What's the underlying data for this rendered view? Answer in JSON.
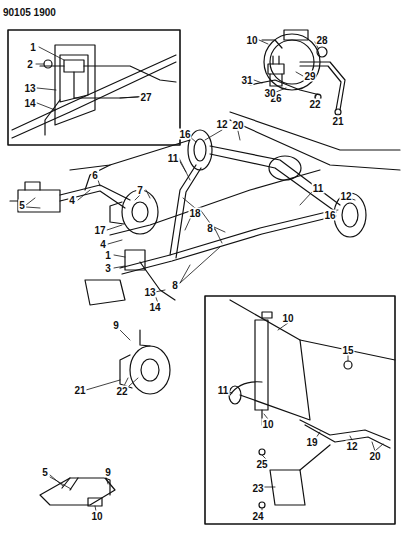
{
  "diagram": {
    "labels": [
      "90105 1900",
      "1",
      "2",
      "13",
      "14",
      "27",
      "10",
      "28",
      "26",
      "31",
      "29",
      "30",
      "22",
      "21",
      "12",
      "20",
      "16",
      "11",
      "6",
      "7",
      "11",
      "12",
      "5",
      "4",
      "18",
      "16",
      "8",
      "17",
      "4",
      "1",
      "3",
      "8",
      "13",
      "14",
      "9",
      "10",
      "15",
      "21",
      "22",
      "11",
      "10",
      "19",
      "12",
      "20",
      "25",
      "23",
      "24",
      "5",
      "9",
      "10"
    ]
  }
}
